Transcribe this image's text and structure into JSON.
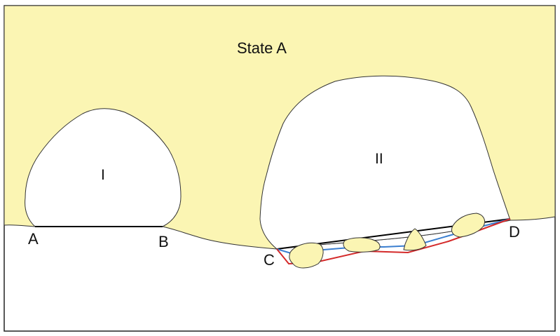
{
  "title": "State A",
  "cavities": [
    {
      "numeral": "I"
    },
    {
      "numeral": "II"
    }
  ],
  "points": {
    "a": "A",
    "b": "B",
    "c": "C",
    "d": "D"
  },
  "colors": {
    "rock": "#fbf5b3",
    "outline": "#333333",
    "chord": "#000000",
    "blue_line": "#3b7fd0",
    "red_line": "#d42a2a"
  }
}
